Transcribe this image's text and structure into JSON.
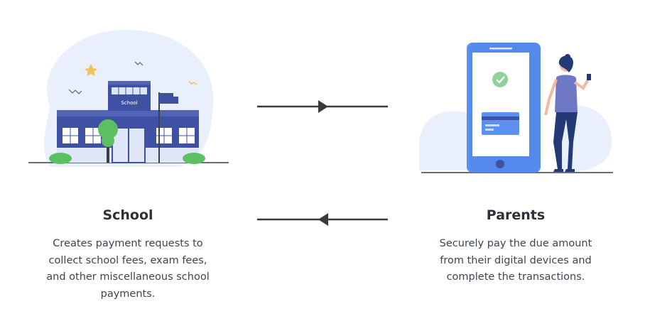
{
  "school": {
    "title": "School",
    "building_sign": "School",
    "description_lines": [
      "Creates payment requests to",
      "collect school fees, exam fees,",
      "and other miscellaneous school",
      "payments."
    ]
  },
  "parents": {
    "title": "Parents",
    "description_lines": [
      "Securely pay the due amount",
      "from their digital devices and",
      "complete the transactions."
    ]
  },
  "colors": {
    "text_dark": "#2b3139",
    "text_body": "#3d4450",
    "arrow": "#3a3a3a",
    "building_blue": "#3f51a3",
    "phone_blue": "#5b8ff0",
    "blob": "#e9f0fb",
    "green": "#5cbf61"
  }
}
